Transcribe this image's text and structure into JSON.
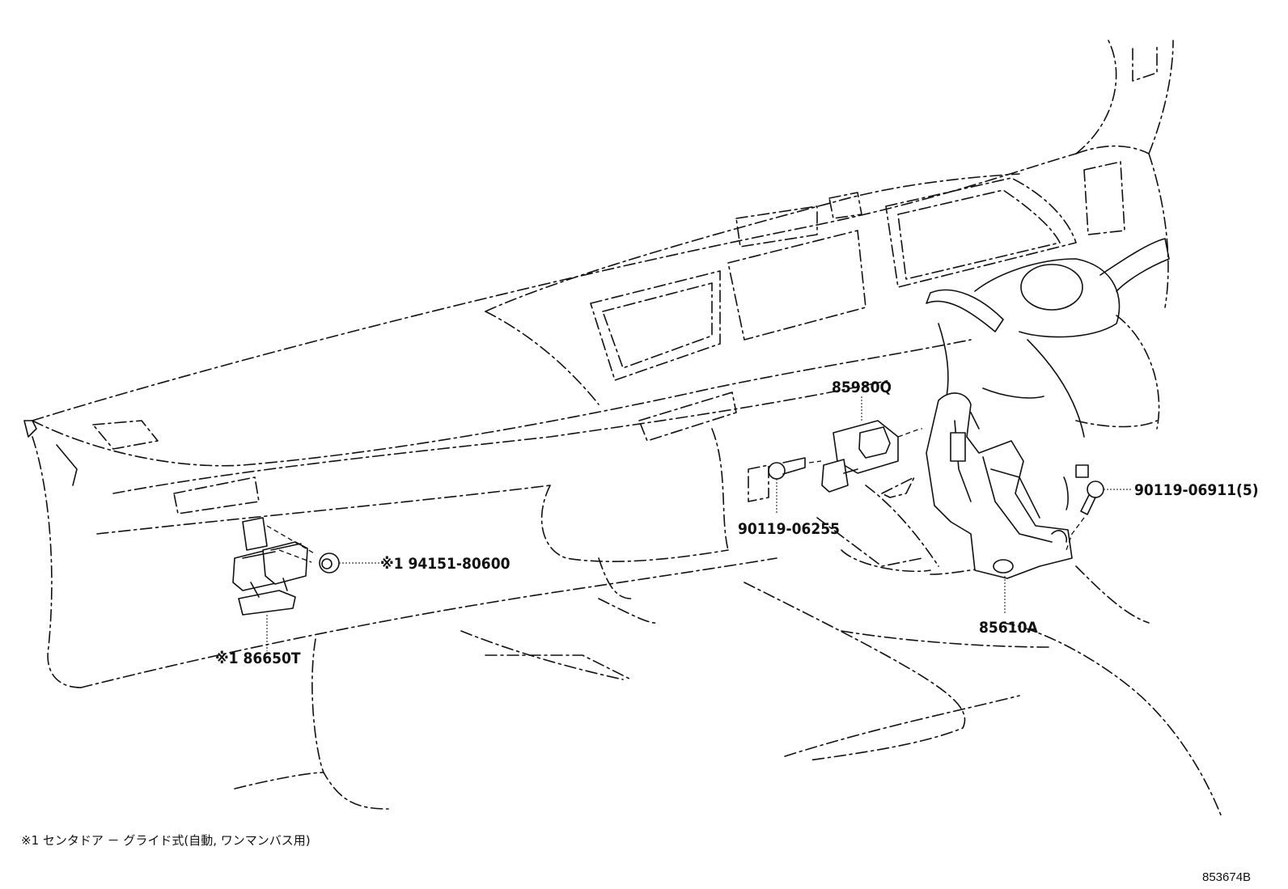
{
  "diagram": {
    "parts": {
      "p85980q": "85980Q",
      "p90119_06255": "90119-06255",
      "p90119_06911": "90119-06911(5)",
      "p85610a": "85610A",
      "p94151_80600": "※1 94151-80600",
      "p86650t": "※1 86650T"
    },
    "footnote": "※1 センタドア － グライド式(自動, ワンマンバス用)",
    "figure_number": "853674B"
  }
}
